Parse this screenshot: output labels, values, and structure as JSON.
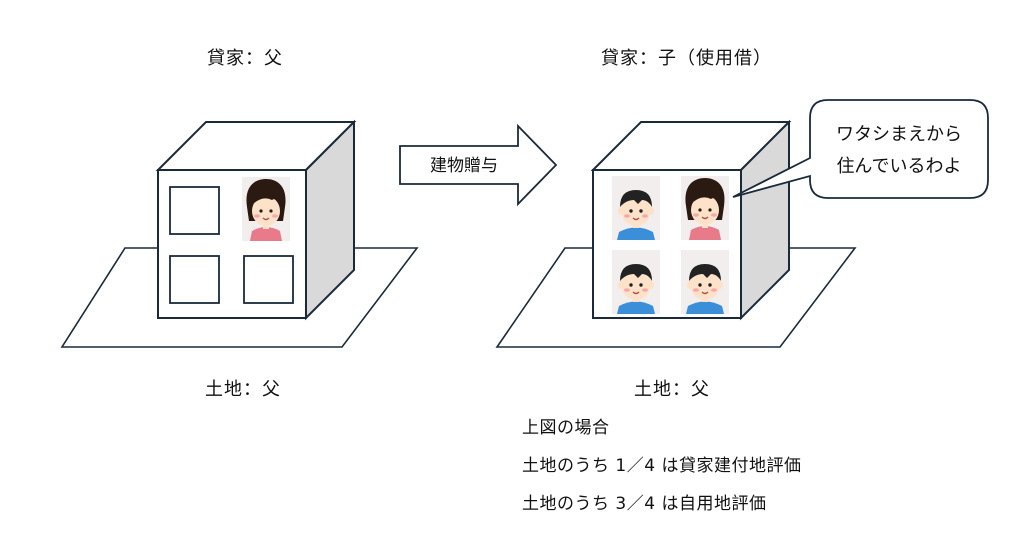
{
  "left": {
    "building_label": "貸家：父",
    "land_label": "土地：父"
  },
  "arrow": {
    "label": "建物贈与"
  },
  "right": {
    "building_label": "貸家：子（使用借）",
    "land_label": "土地：父",
    "speech_line1": "ワタシまえから",
    "speech_line2": "住んでいるわよ"
  },
  "notes": [
    "上図の場合",
    "土地のうち 1／4 は貸家建付地評価",
    "土地のうち 3／4 は自用地評価"
  ],
  "colors": {
    "outline": "#1a2a3a",
    "cube_side": "#d9d9d9",
    "girl_shirt": "#e87a8a",
    "boy_shirt": "#3a8fd8",
    "hair": "#2a1a12",
    "skin": "#fde2c9"
  }
}
